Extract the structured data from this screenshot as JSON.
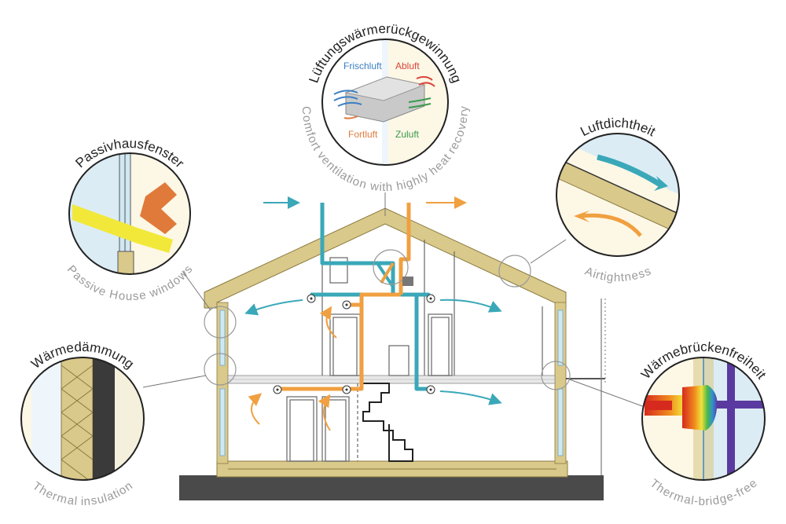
{
  "colors": {
    "wall": "#d9c98a",
    "wall_dark": "#c2b06a",
    "fresh_air": "#3aa8b8",
    "exhaust_air": "#f0a040",
    "ground": "#4a4a4a",
    "glass": "#cfe8f4",
    "circle_border": "#222222"
  },
  "callouts": {
    "ventilation": {
      "title": "Lüftungswärmerückgewinnung",
      "subtitle": "Comfort ventilation with highly heat recovery",
      "frischluft": "Frischluft",
      "abluft": "Abluft",
      "fortluft": "Fortluft",
      "zuluft": "Zuluft",
      "frischluft_color": "#3b7fc4",
      "abluft_color": "#d9453a",
      "fortluft_color": "#e07a3a",
      "zuluft_color": "#3a9a4a"
    },
    "windows": {
      "title": "Passivhausfenster",
      "subtitle": "Passive House windows"
    },
    "airtightness": {
      "title": "Luftdichtheit",
      "subtitle": "Airtightness"
    },
    "insulation": {
      "title": "Wärmedämmung",
      "subtitle": "Thermal insulation"
    },
    "thermal_bridge": {
      "title": "Wärmebrückenfreiheit",
      "subtitle": "Thermal-bridge-free"
    }
  }
}
